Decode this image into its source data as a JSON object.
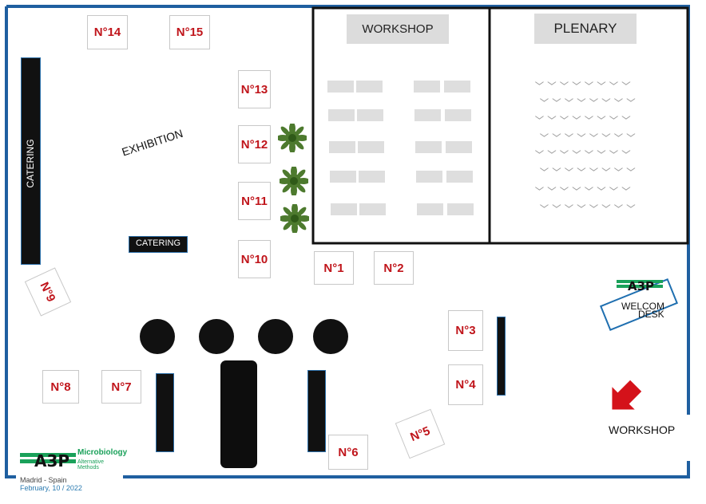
{
  "labels": {
    "workshop_room": "WORKSHOP",
    "plenary_room": "PLENARY",
    "exhibition": "EXHIBITION",
    "catering_vertical": "CATERING",
    "catering_box": "CATERING",
    "welcome_desk_line1": "WELCOM",
    "welcome_desk_line2": "DESK",
    "workshop_arrow": "WORKSHOP"
  },
  "booths": [
    "N°1",
    "N°2",
    "N°3",
    "N°4",
    "N°5",
    "N°6",
    "N°7",
    "N°8",
    "N°9",
    "N°10",
    "N°11",
    "N°12",
    "N°13",
    "N°14",
    "N°15"
  ],
  "logo": {
    "brand": "A3P",
    "line1": "Microbiology",
    "line2": "Alternative Methods"
  },
  "footer": {
    "location": "Madrid - Spain",
    "date": "February, 10 / 2022"
  },
  "colors": {
    "wall": "#1f5fa0",
    "booth_text": "#c0151b",
    "accent_green": "#1aa15a",
    "arrow": "#d4121a"
  }
}
